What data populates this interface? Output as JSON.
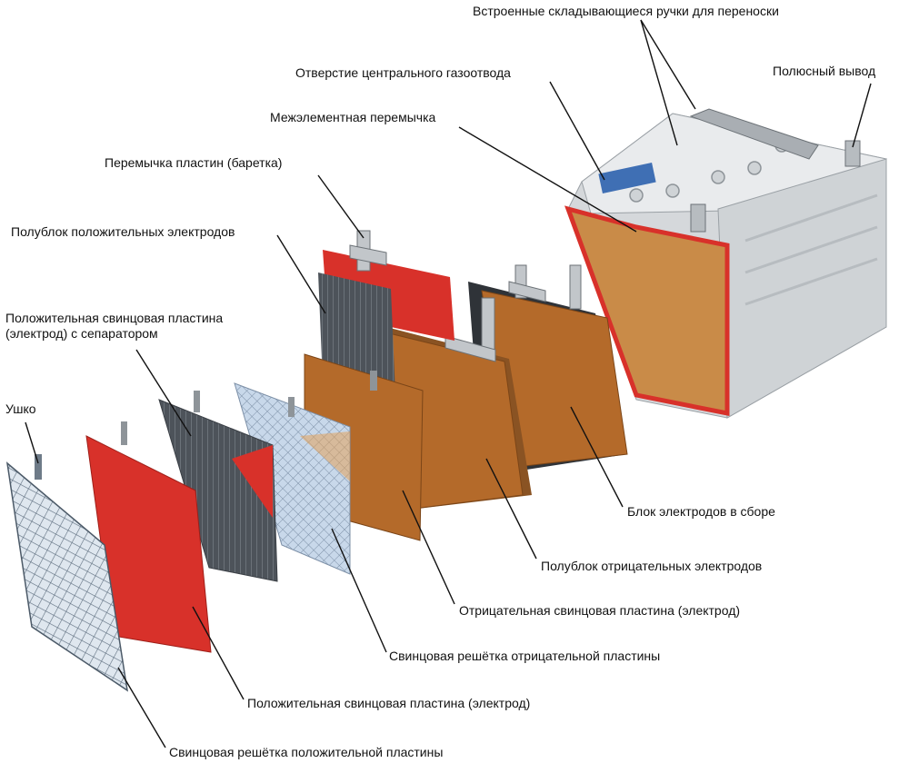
{
  "labels": {
    "handles": "Встроенные складывающиеся ручки для переноски",
    "gas_vent": "Отверстие центрального газоотвода",
    "terminal": "Полюсный вывод",
    "intercell_connector": "Межэлементная перемычка",
    "plate_strap": "Перемычка пластин (баретка)",
    "positive_half_block": "Полублок положительных электродов",
    "positive_plate_with_separator": "Положительная свинцовая пластина (электрод) с сепаратором",
    "lug": "Ушко",
    "assembled_block": "Блок электродов в сборе",
    "negative_half_block": "Полублок отрицательных электродов",
    "negative_plate": "Отрицательная свинцовая пластина (электрод)",
    "negative_grid": "Свинцовая решётка отрицательной пластины",
    "positive_plate": "Положительная свинцовая пластина (электрод)",
    "positive_grid": "Свинцовая решётка положительной пластины"
  },
  "colors": {
    "red_plate": "#d8312a",
    "brown_plate": "#b46a2a",
    "dark_plate": "#4a4f55",
    "grid_light": "#cdd9e6",
    "case_gray": "#d7dadd",
    "line": "#111111"
  }
}
